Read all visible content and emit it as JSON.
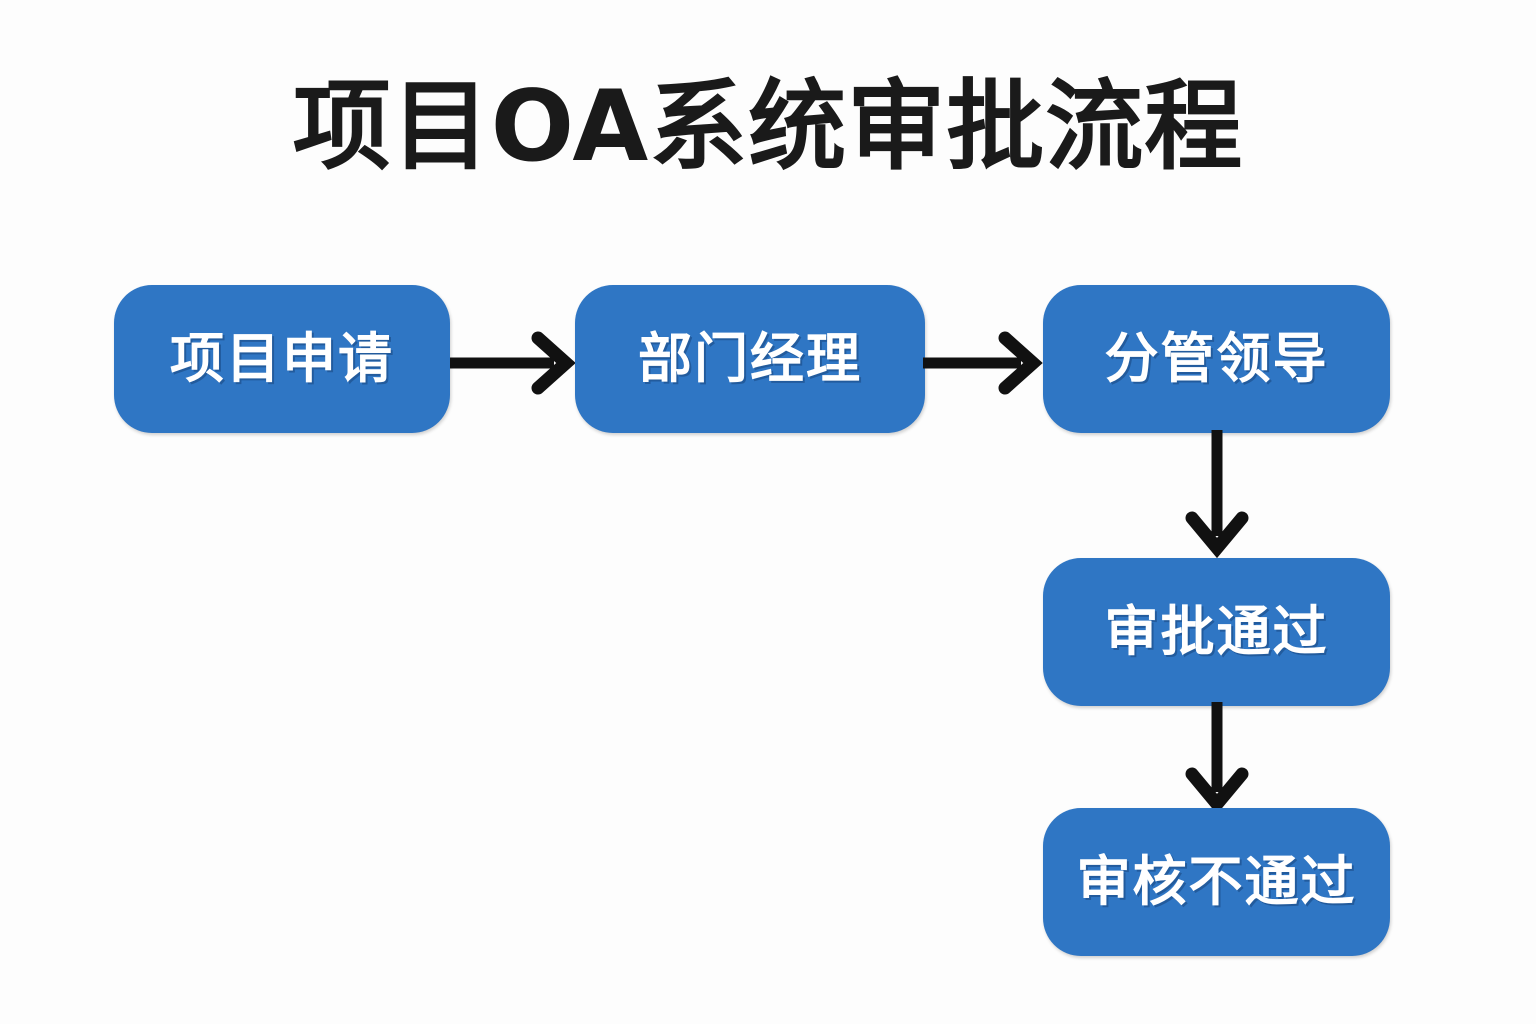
{
  "title": "项目OA系统审批流程",
  "colors": {
    "node_fill": "#2f76c4",
    "node_text": "#ffffff",
    "connector": "#111111",
    "title_text": "#1a1a1a",
    "background": "#fdfdfd"
  },
  "diagram": {
    "type": "flowchart",
    "nodes": [
      {
        "id": "apply",
        "label": "项目申请"
      },
      {
        "id": "dept",
        "label": "部门经理"
      },
      {
        "id": "leader",
        "label": "分管领导"
      },
      {
        "id": "approved",
        "label": "审批通过"
      },
      {
        "id": "rejected",
        "label": "审核不通过"
      }
    ],
    "edges": [
      {
        "from": "apply",
        "to": "dept",
        "direction": "right",
        "label": ""
      },
      {
        "from": "dept",
        "to": "leader",
        "direction": "right",
        "label": ""
      },
      {
        "from": "leader",
        "to": "approved",
        "direction": "down",
        "label": ""
      },
      {
        "from": "approved",
        "to": "rejected",
        "direction": "down",
        "label": ""
      }
    ]
  }
}
